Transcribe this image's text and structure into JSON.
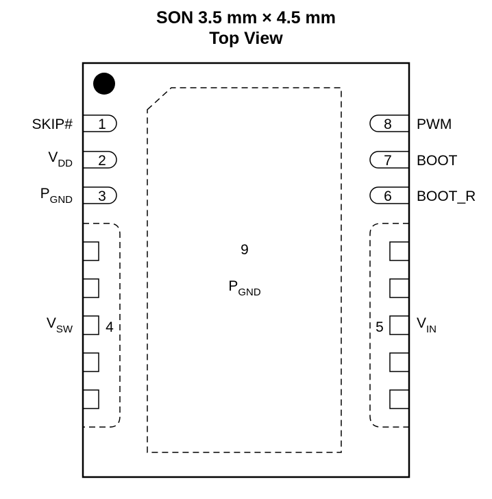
{
  "package": {
    "title": "SON 3.5 mm × 4.5 mm",
    "view": "Top View"
  },
  "pins": [
    {
      "number": "1",
      "name": "SKIP#",
      "sub": ""
    },
    {
      "number": "2",
      "name": "V",
      "sub": "DD"
    },
    {
      "number": "3",
      "name": "P",
      "sub": "GND"
    },
    {
      "number": "4",
      "name": "V",
      "sub": "SW"
    },
    {
      "number": "5",
      "name": "V",
      "sub": "IN"
    },
    {
      "number": "6",
      "name": "BOOT_R",
      "sub": ""
    },
    {
      "number": "7",
      "name": "BOOT",
      "sub": ""
    },
    {
      "number": "8",
      "name": "PWM",
      "sub": ""
    }
  ],
  "thermal_pad": {
    "number": "9",
    "name": "P",
    "sub": "GND"
  }
}
